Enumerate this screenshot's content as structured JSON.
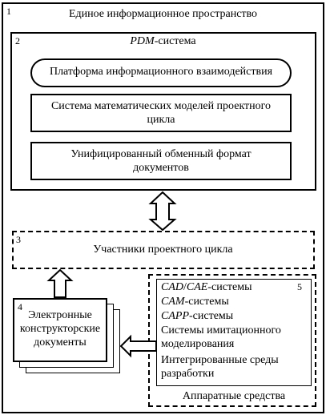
{
  "outer": {
    "num": "1",
    "title": "Единое информационное пространство"
  },
  "pdm": {
    "num": "2",
    "title_italic": "PDM",
    "title_rest": "-система",
    "platform": "Платформа информационного взаимодействия",
    "models": "Система математических моделей проектного цикла",
    "format": "Унифицированный обменный формат документов"
  },
  "participants": {
    "num": "3",
    "label": "Участники проектного цикла"
  },
  "documents": {
    "num": "4",
    "label": "Электронные конструкторские документы"
  },
  "systems": {
    "num": "5",
    "cad_a": "CAD",
    "cad_sep": "/",
    "cad_b": "CAE",
    "cad_rest": "-системы",
    "cam_a": "CAM",
    "cam_rest": "-системы",
    "capp_a": "CAPP",
    "capp_rest": "-системы",
    "sim": "Системы имитационного моделирования",
    "ide": "Интегрированные среды разработки",
    "hardware": "Аппаратные средства"
  },
  "colors": {
    "line": "#000000",
    "background": "#ffffff"
  }
}
